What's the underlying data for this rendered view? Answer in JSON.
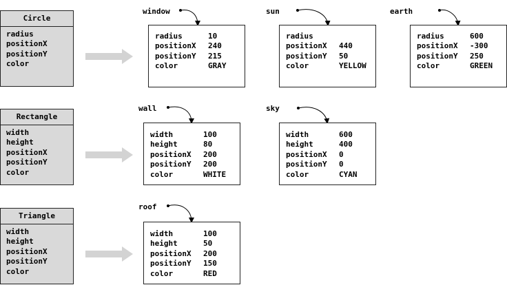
{
  "classes": [
    {
      "name": "Circle",
      "fields": [
        "radius",
        "positionX",
        "positionY",
        "color"
      ]
    },
    {
      "name": "Rectangle",
      "fields": [
        "width",
        "height",
        "positionX",
        "positionY",
        "color"
      ]
    },
    {
      "name": "Triangle",
      "fields": [
        "width",
        "height",
        "positionX",
        "positionY",
        "color"
      ]
    }
  ],
  "objects": [
    {
      "name": "window",
      "props": [
        [
          "radius",
          "10"
        ],
        [
          "positionX",
          "240"
        ],
        [
          "positionY",
          "215"
        ],
        [
          "color",
          "GRAY"
        ]
      ]
    },
    {
      "name": "sun",
      "props": [
        [
          "radius",
          ""
        ],
        [
          "positionX",
          "440"
        ],
        [
          "positionY",
          "50"
        ],
        [
          "color",
          "YELLOW"
        ]
      ]
    },
    {
      "name": "earth",
      "props": [
        [
          "radius",
          "600"
        ],
        [
          "positionX",
          "-300"
        ],
        [
          "positionY",
          "250"
        ],
        [
          "color",
          "GREEN"
        ]
      ]
    },
    {
      "name": "wall",
      "props": [
        [
          "width",
          "100"
        ],
        [
          "height",
          "80"
        ],
        [
          "positionX",
          "200"
        ],
        [
          "positionY",
          "200"
        ],
        [
          "color",
          "WHITE"
        ]
      ]
    },
    {
      "name": "sky",
      "props": [
        [
          "width",
          "600"
        ],
        [
          "height",
          "400"
        ],
        [
          "positionX",
          "0"
        ],
        [
          "positionY",
          "0"
        ],
        [
          "color",
          "CYAN"
        ]
      ]
    },
    {
      "name": "roof",
      "props": [
        [
          "width",
          "100"
        ],
        [
          "height",
          "50"
        ],
        [
          "positionX",
          "200"
        ],
        [
          "positionY",
          "150"
        ],
        [
          "color",
          "RED"
        ]
      ]
    }
  ],
  "colors": {
    "class_fill": "#d9d9d9",
    "arrow": "#d3d3d3",
    "border": "#222222"
  }
}
